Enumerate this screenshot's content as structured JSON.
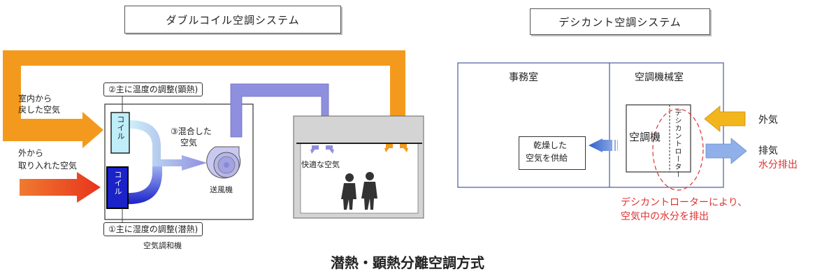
{
  "left": {
    "title": "ダブルコイル空調システム",
    "return_air": [
      "室内から",
      "戻した空気"
    ],
    "outside_air": [
      "外から",
      "取り入れた空気"
    ],
    "label_sensible": "②主に温度の調整(顕熱)",
    "label_latent": "①主に湿度の調整(潜熱)",
    "coil_upper": "コイル",
    "coil_lower": "コイル",
    "mixed": [
      "③混合した",
      "空気"
    ],
    "fan": "送風機",
    "unit": "空気調和機",
    "room": "快適な空気"
  },
  "right": {
    "title": "デシカント空調システム",
    "office": "事務室",
    "machine_room": "空調機械室",
    "supply": [
      "乾燥した",
      "空気を供給"
    ],
    "ac_unit": "空調機",
    "rotor": "デシカントローター",
    "outside": "外気",
    "exhaust": "排気",
    "moisture_out": "水分排出",
    "note": [
      "デシカントローターにより、",
      "空気中の水分を排出"
    ]
  },
  "caption": "潜熱・顕熱分離空調方式",
  "colors": {
    "orange": "#f39a1e",
    "purple": "#8f8fe0",
    "blue": "#1a22c8",
    "red_arrow": "#e8401c",
    "cyan": "#bfeef8",
    "dashed_red": "#e03030",
    "right_blue": "#3f6fd0",
    "right_yellow": "#f2b61c"
  }
}
